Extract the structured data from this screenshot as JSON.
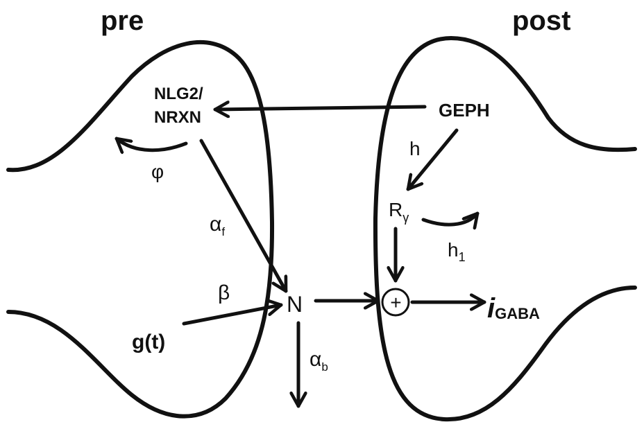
{
  "labels": {
    "pre": "pre",
    "post": "post",
    "nlg2_line1": "NLG2/",
    "nlg2_line2": "NRXN",
    "geph": "GEPH",
    "phi": "φ",
    "h": "h",
    "alpha_f": "α",
    "alpha_f_sub": "f",
    "r": "R",
    "r_sub": "γ",
    "h1": "h",
    "h1_sub": "1",
    "beta": "β",
    "n": "N",
    "plus": "+",
    "i": "i",
    "i_sub": "GABA",
    "g": "g(t)",
    "alpha_b": "α",
    "alpha_b_sub": "b"
  },
  "colors": {
    "ink": "#111111",
    "background": "#ffffff"
  }
}
